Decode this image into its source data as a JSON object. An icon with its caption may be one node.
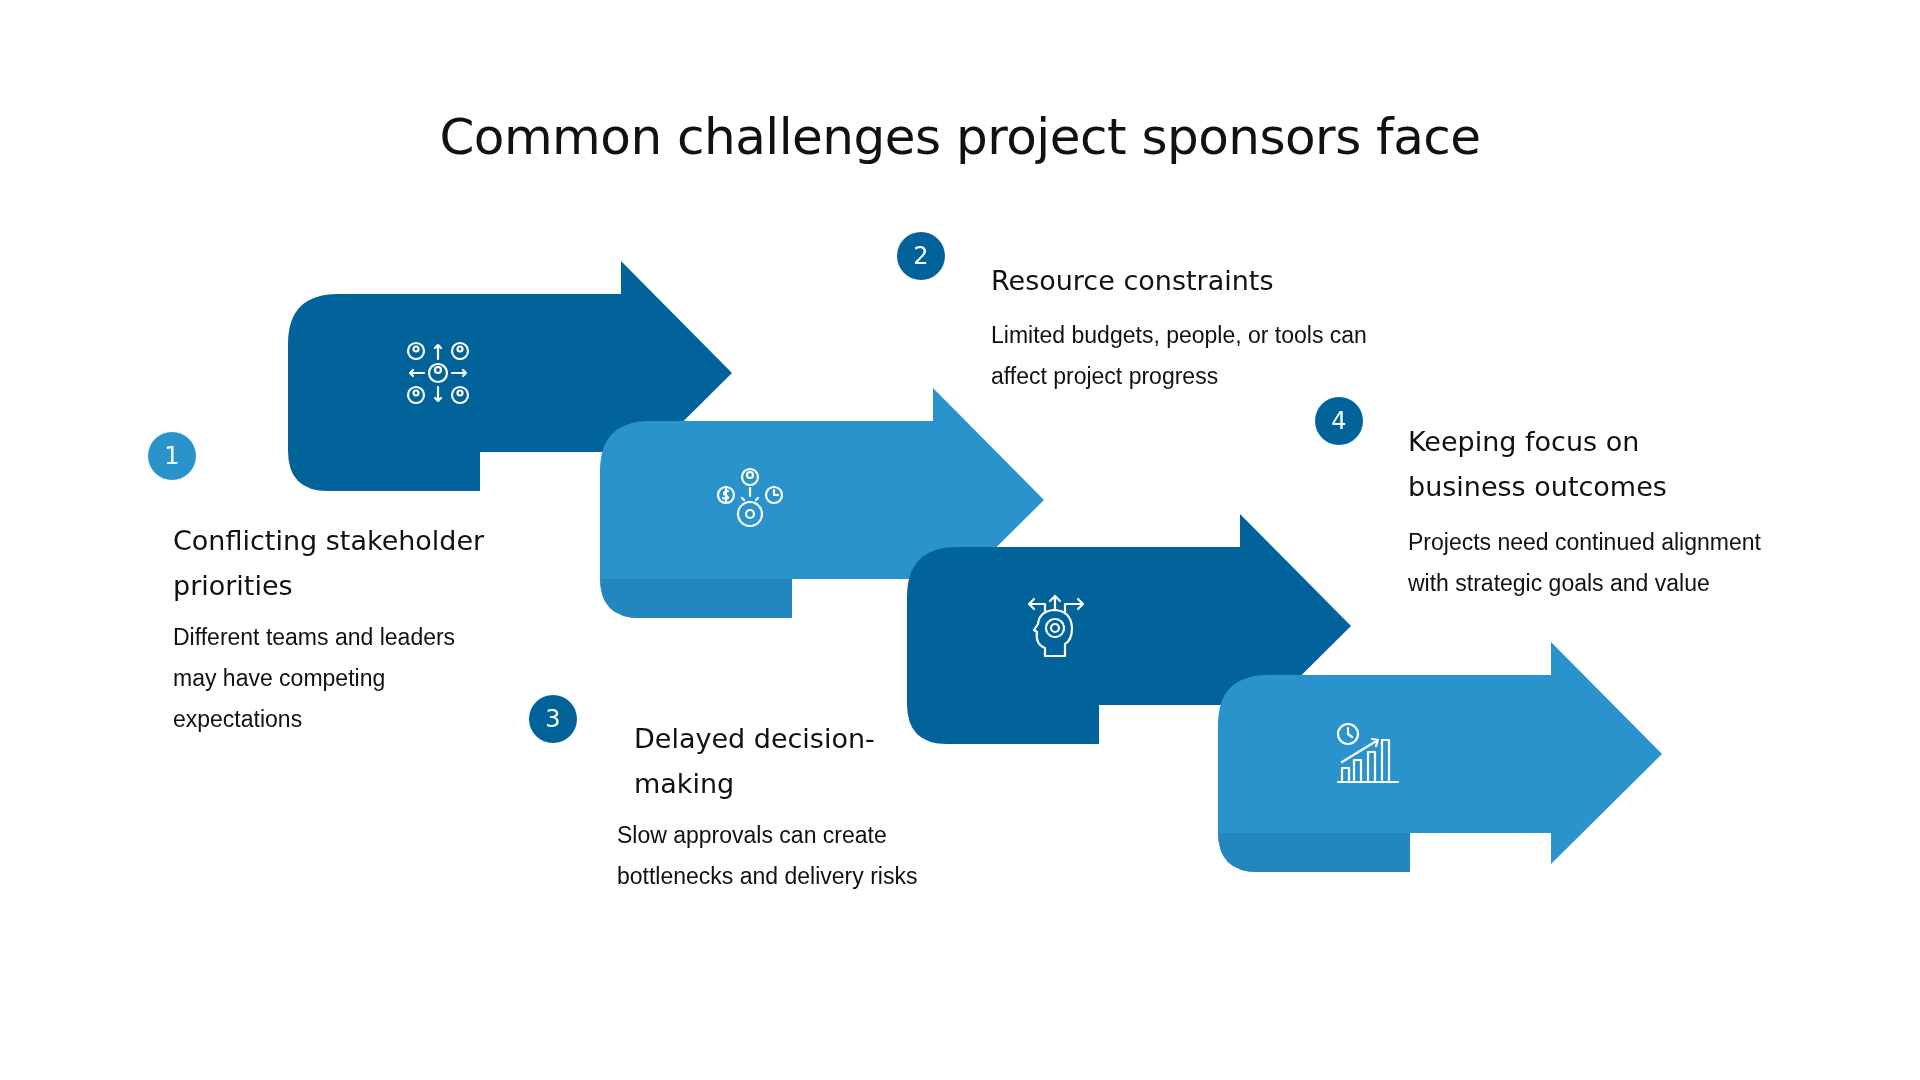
{
  "diagram": {
    "title": "Common challenges project sponsors face",
    "nodes": [
      {
        "text": [],
        "shape": "arrow",
        "beside": [
          "1",
          "Conflicting stakeholder priorities",
          "Different teams and leaders may have competing expectations"
        ]
      },
      {
        "text": [],
        "shape": "arrow",
        "beside": [
          "2",
          "Resource constraints",
          "Limited budgets, people, or tools can affect project progress"
        ]
      },
      {
        "text": [],
        "shape": "arrow",
        "beside": [
          "3",
          "Delayed decision-making",
          "Slow approvals can create bottlenecks and delivery risks"
        ]
      },
      {
        "text": [],
        "shape": "arrow",
        "beside": [
          "4",
          "Keeping focus on business outcomes",
          "Projects need continued alignment with strategic goals and value"
        ]
      }
    ]
  }
}
